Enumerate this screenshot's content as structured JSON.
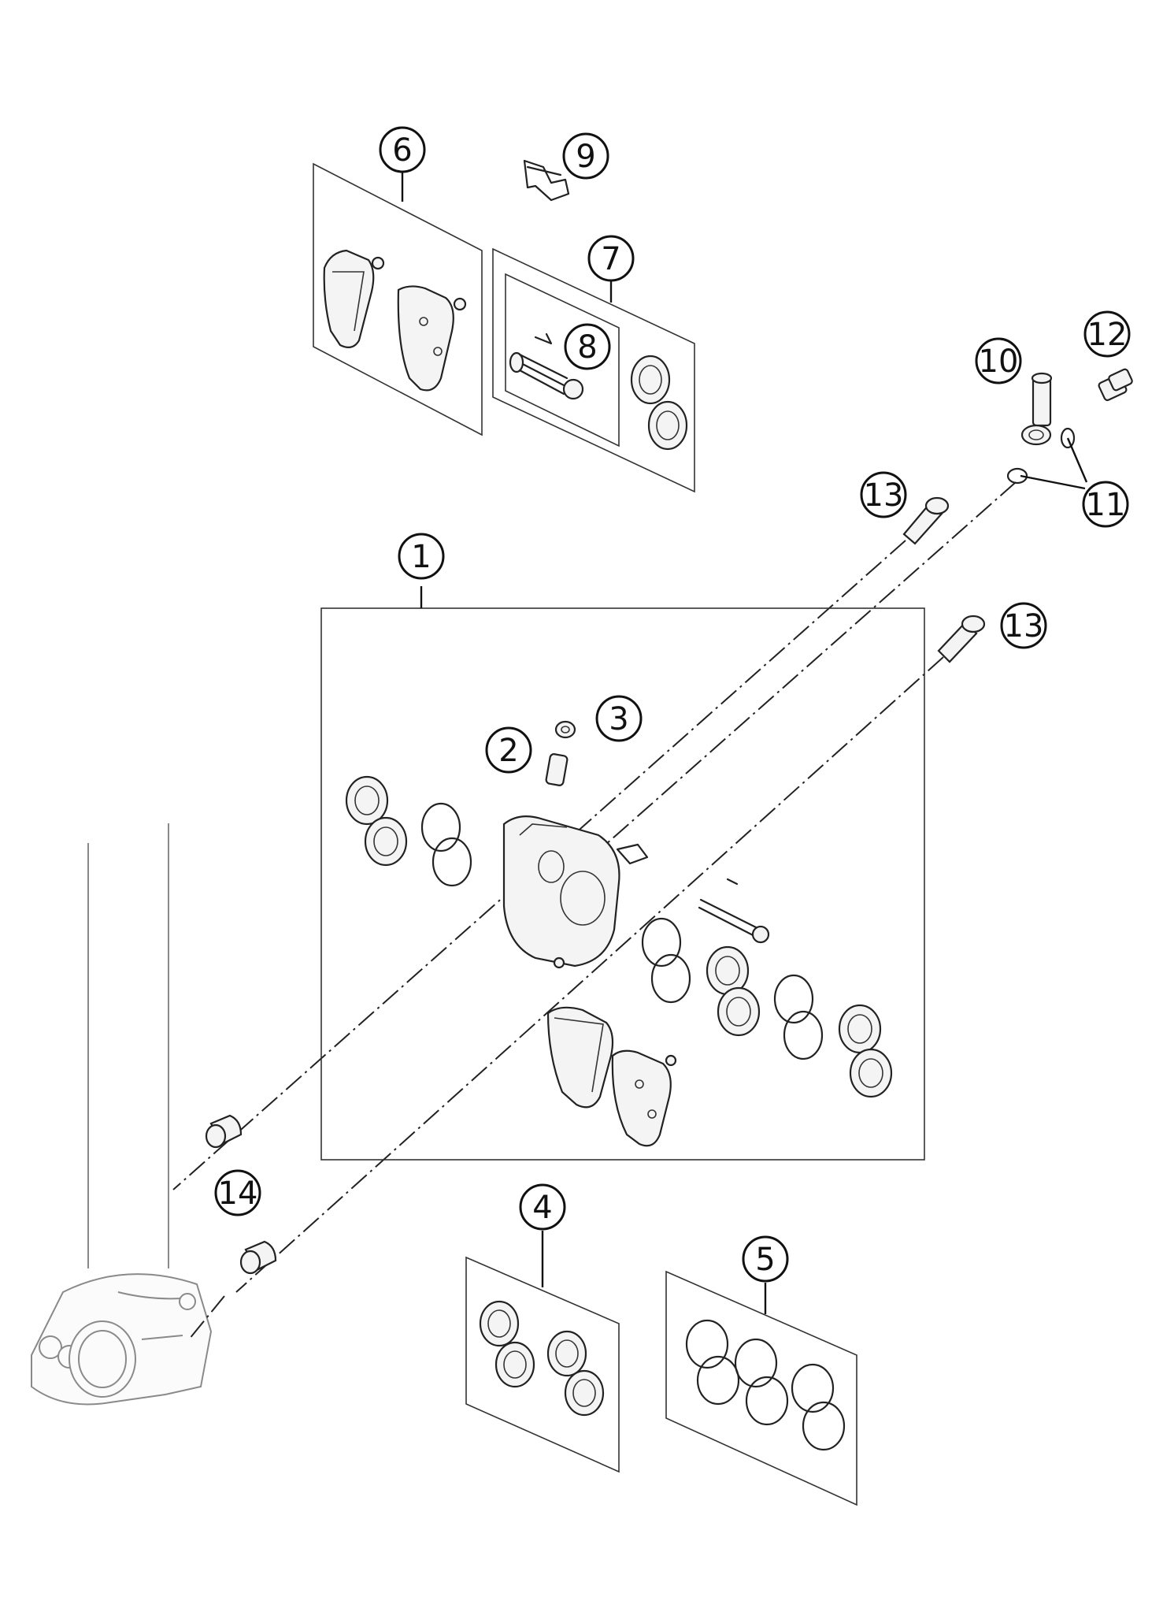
{
  "diagram": {
    "callouts": [
      {
        "id": "c1",
        "label": "1"
      },
      {
        "id": "c2",
        "label": "2"
      },
      {
        "id": "c3",
        "label": "3"
      },
      {
        "id": "c4",
        "label": "4"
      },
      {
        "id": "c5",
        "label": "5"
      },
      {
        "id": "c6",
        "label": "6"
      },
      {
        "id": "c7",
        "label": "7"
      },
      {
        "id": "c8",
        "label": "8"
      },
      {
        "id": "c9",
        "label": "9"
      },
      {
        "id": "c10",
        "label": "10"
      },
      {
        "id": "c11",
        "label": "11"
      },
      {
        "id": "c12",
        "label": "12"
      },
      {
        "id": "c13a",
        "label": "13"
      },
      {
        "id": "c13b",
        "label": "13"
      },
      {
        "id": "c14",
        "label": "14"
      }
    ]
  }
}
